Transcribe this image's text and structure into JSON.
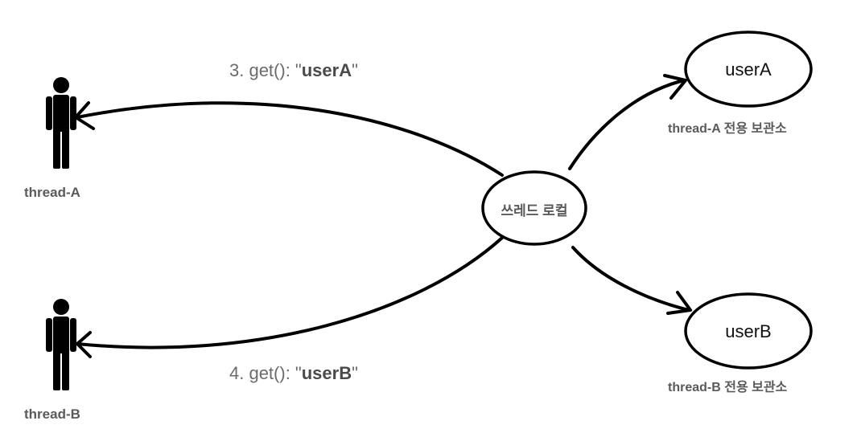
{
  "actors": [
    {
      "id": "thread-a",
      "label": "thread-A"
    },
    {
      "id": "thread-b",
      "label": "thread-B"
    }
  ],
  "center_node": {
    "label": "쓰레드 로컬"
  },
  "stores": [
    {
      "value": "userA",
      "caption": "thread-A 전용 보관소"
    },
    {
      "value": "userB",
      "caption": "thread-B 전용 보관소"
    }
  ],
  "calls": [
    {
      "prefix": "3. get(): \"",
      "value": "userA",
      "suffix": "\""
    },
    {
      "prefix": "4. get(): \"",
      "value": "userB",
      "suffix": "\""
    }
  ],
  "colors": {
    "stroke": "#000000",
    "label": "#5a5a5a",
    "call_text": "#6b6b6b"
  }
}
